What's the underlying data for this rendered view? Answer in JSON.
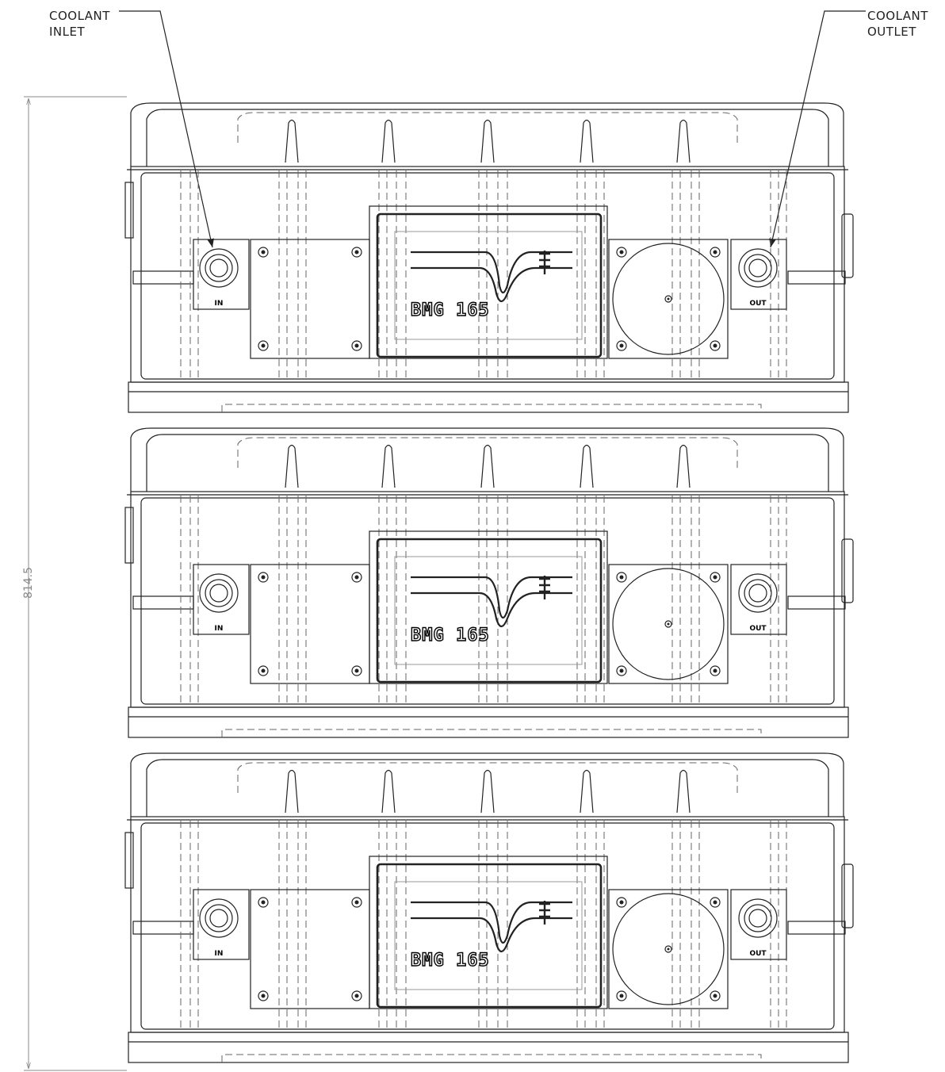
{
  "callouts": {
    "inlet": {
      "line1": "COOLANT",
      "line2": "INLET"
    },
    "outlet": {
      "line1": "COOLANT",
      "line2": "OUTLET"
    }
  },
  "dimension": {
    "height": "814.5"
  },
  "modules": [
    {
      "model": "BMG 165",
      "port_in": "IN",
      "port_out": "OUT"
    },
    {
      "model": "BMG 165",
      "port_in": "IN",
      "port_out": "OUT"
    },
    {
      "model": "BMG 165",
      "port_in": "IN",
      "port_out": "OUT"
    }
  ],
  "colors": {
    "line": "#222222",
    "hidden": "#666666",
    "dimension": "#888888"
  }
}
